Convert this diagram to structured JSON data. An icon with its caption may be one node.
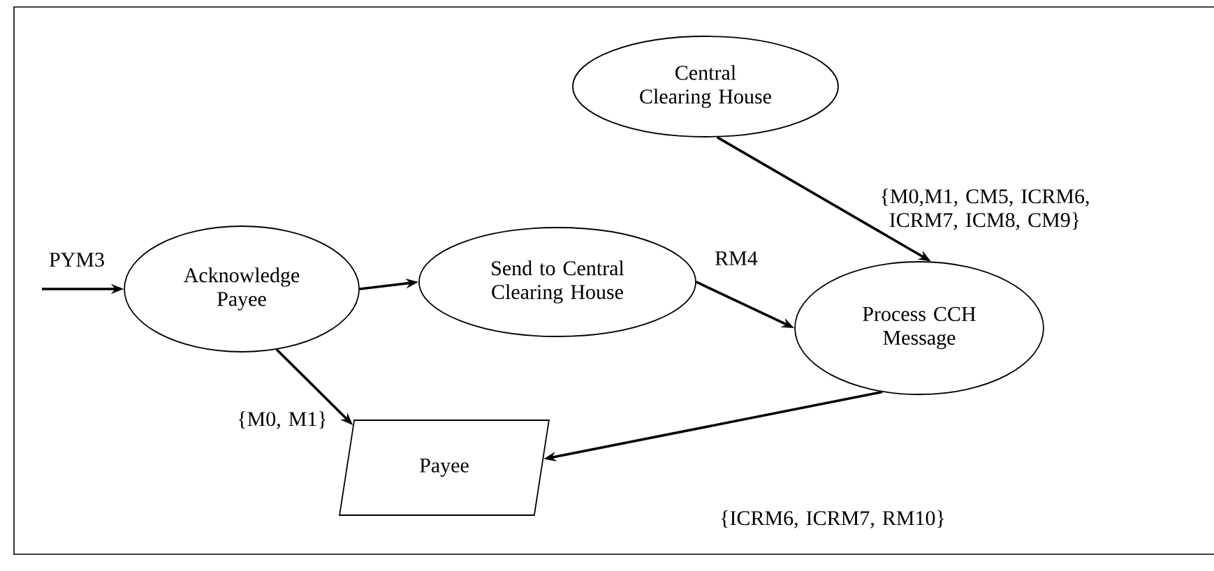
{
  "diagram": {
    "nodes": [
      {
        "text": [
          "Central Clearing House"
        ]
      },
      {
        "text": [
          "Acknowledge Payee"
        ]
      },
      {
        "text": [
          "Send to Central Clearing House"
        ]
      },
      {
        "text": [
          "Process CCH Message"
        ]
      },
      {
        "text": [
          "Payee"
        ]
      }
    ],
    "edges": [
      {
        "from": null,
        "to": 1,
        "arrow": "to",
        "label": "PYM3"
      },
      {
        "from": 1,
        "to": 2,
        "arrow": "to"
      },
      {
        "from": 2,
        "to": 3,
        "arrow": "to",
        "label": "RM4"
      },
      {
        "from": 0,
        "to": 3,
        "arrow": "to",
        "label": "{M0,M1, CM5, ICRM6, ICRM7, ICM8, CM9}"
      },
      {
        "from": 1,
        "to": 4,
        "arrow": "to",
        "label": "{M0, M1}"
      },
      {
        "from": 3,
        "to": 4,
        "arrow": "to",
        "label": "{ICRM6, ICRM7, RM10}"
      }
    ]
  }
}
